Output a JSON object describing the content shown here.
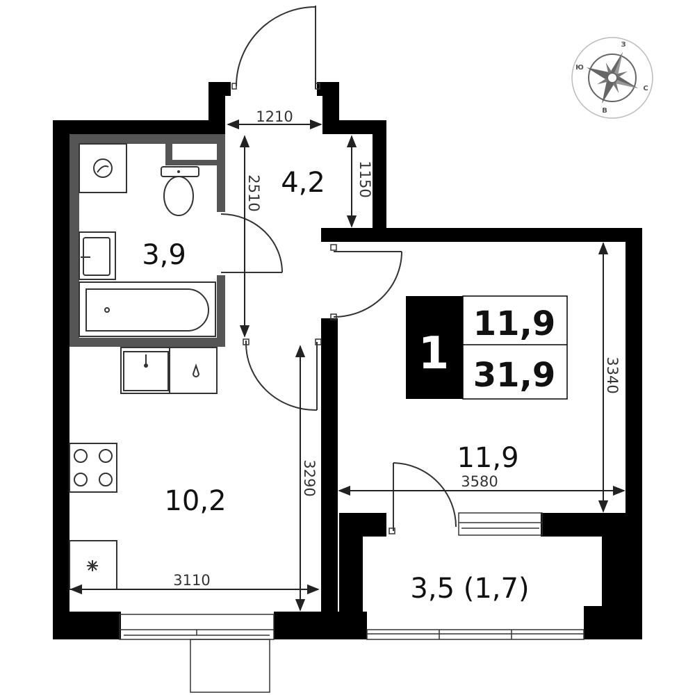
{
  "rooms": {
    "bathroom": "3,9",
    "hall": "4,2",
    "kitchen": "10,2",
    "living": "11,9",
    "balcony": "3,5 (1,7)"
  },
  "dimensions": {
    "hall_width": "1210",
    "hall_depth": "1150",
    "bath_depth": "2510",
    "kitchen_depth": "3290",
    "kitchen_width": "3110",
    "living_depth": "3340",
    "living_width": "3580"
  },
  "summary": {
    "rooms_count": "1",
    "living_area": "11,9",
    "total_area": "31,9"
  },
  "compass": {
    "west": "З",
    "east": "В",
    "north": "С",
    "south": "Ю"
  },
  "colors": {
    "wall": "#000000",
    "partition": "#555555",
    "badge_dark": "#000000"
  },
  "icons": [
    "washing-machine-icon",
    "toilet-icon",
    "sink-icon",
    "bathtub-icon",
    "kitchen-sink-icon",
    "water-drop-icon",
    "stove-icon",
    "fridge-icon",
    "compass-rose-icon"
  ]
}
